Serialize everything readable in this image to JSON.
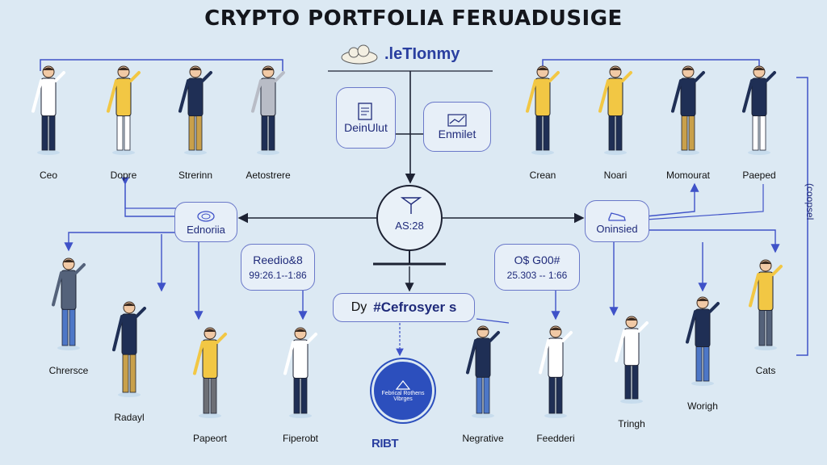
{
  "title": "CRYPTO PORTFOLIA FERUADUSIGE",
  "subtitle": ".leTIonmy",
  "hub_label": "AS:28",
  "tagline": {
    "prefix": "Dy",
    "tag": "#Cefrosyer s"
  },
  "seal_text": "Febrical Rothens Vibrges",
  "logo_text": "RIBT",
  "vertical_label": "(coopsel",
  "bubbles": {
    "deinulut": "DeinUlut",
    "enmilet": "Enmilet",
    "ednoriia": "Ednoriia",
    "oninsied": "Oninsied",
    "reedio": "Reedio&8",
    "reedio_value": "99:26.1--1:86",
    "os": "O$ G00#",
    "os_value": "25.303 -- 1:66"
  },
  "people": [
    {
      "label": "Ceo",
      "shirt": "#ffffff",
      "pants": "#1f2f55"
    },
    {
      "label": "Dopre",
      "shirt": "#f2c744",
      "pants": "#ffffff"
    },
    {
      "label": "Strerinn",
      "shirt": "#1f2f55",
      "pants": "#c9a04a"
    },
    {
      "label": "Aetostrere",
      "shirt": "#b8bcc6",
      "pants": "#1f2f55"
    },
    {
      "label": "Crean",
      "shirt": "#f2c744",
      "pants": "#1f2f55"
    },
    {
      "label": "Noari",
      "shirt": "#f2c744",
      "pants": "#1f2f55"
    },
    {
      "label": "Momourat",
      "shirt": "#1f2f55",
      "pants": "#c9a04a"
    },
    {
      "label": "Paeped",
      "shirt": "#1f2f55",
      "pants": "#ffffff"
    },
    {
      "label": "Chrersce",
      "shirt": "#54627a",
      "pants": "#4d77c7"
    },
    {
      "label": "Radayl",
      "shirt": "#1f2f55",
      "pants": "#c9a04a"
    },
    {
      "label": "Papeort",
      "shirt": "#f2c744",
      "pants": "#6d6f75"
    },
    {
      "label": "Fiperobt",
      "shirt": "#ffffff",
      "pants": "#1f2f55"
    },
    {
      "label": "Negrative",
      "shirt": "#1f2f55",
      "pants": "#4d77c7"
    },
    {
      "label": "Feedderi",
      "shirt": "#ffffff",
      "pants": "#1f2f55"
    },
    {
      "label": "Tringh",
      "shirt": "#ffffff",
      "pants": "#1f2f55"
    },
    {
      "label": "Worigh",
      "shirt": "#1f2f55",
      "pants": "#4d77c7"
    },
    {
      "label": "Cats",
      "shirt": "#f2c744",
      "pants": "#54627a"
    }
  ]
}
